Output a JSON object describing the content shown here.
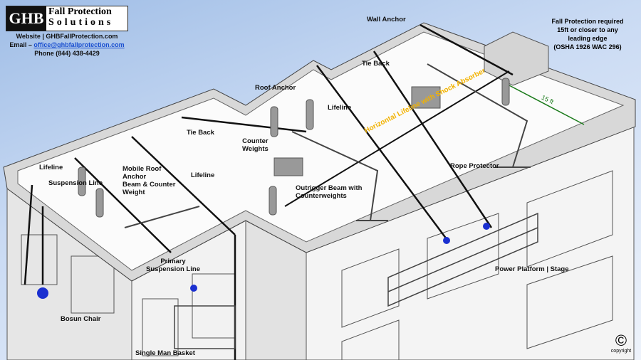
{
  "logo": {
    "ghb": "GHB",
    "line1": "Fall Protection",
    "line2": "Solutions"
  },
  "contact": {
    "website": "Website | GHBFallProtection.com",
    "email_label": "Email – ",
    "email": "office@ghbfallprotection.com",
    "phone": "Phone (844) 438-4429"
  },
  "note": {
    "l1": "Fall Protection required",
    "l2": "15ft or closer to any",
    "l3": "leading edge",
    "l4": "(OSHA 1926  WAC 296)"
  },
  "labels": {
    "wall_anchor": "Wall Anchor",
    "tie_back_top": "Tie Back",
    "roof_anchor": "Roof Anchor",
    "lifeline_mid": "Lifeline",
    "tie_back_left": "Tie Back",
    "counter_weights_1": "Counter",
    "counter_weights_2": "Weights",
    "lifeline_left": "Lifeline",
    "suspension_line": "Suspension Line",
    "mobile_1": "Mobile Roof",
    "mobile_2": "Anchor",
    "mobile_3": "Beam & Counter",
    "mobile_4": "Weight",
    "lifeline_center": "Lifeline",
    "outrigger_1": "Outrigger Beam with",
    "outrigger_2": "Counterweights",
    "rope_protector": "Rope Protector",
    "primary_1": "Primary",
    "primary_2": "Suspension Line",
    "power_platform": "Power Platform | Stage",
    "bosun_chair": "Bosun Chair",
    "single_basket": "Single Man Basket",
    "horizontal_lifeline": "Horizontal Lifeline with Shock Absorber",
    "distance": "15 ft"
  },
  "copyright": {
    "symbol": "©",
    "text": "copyright"
  },
  "colors": {
    "lifeline": "#111111",
    "horizontal": "#f2b200",
    "distance": "#1a7a1a",
    "helmet": "#1a2fd0"
  }
}
